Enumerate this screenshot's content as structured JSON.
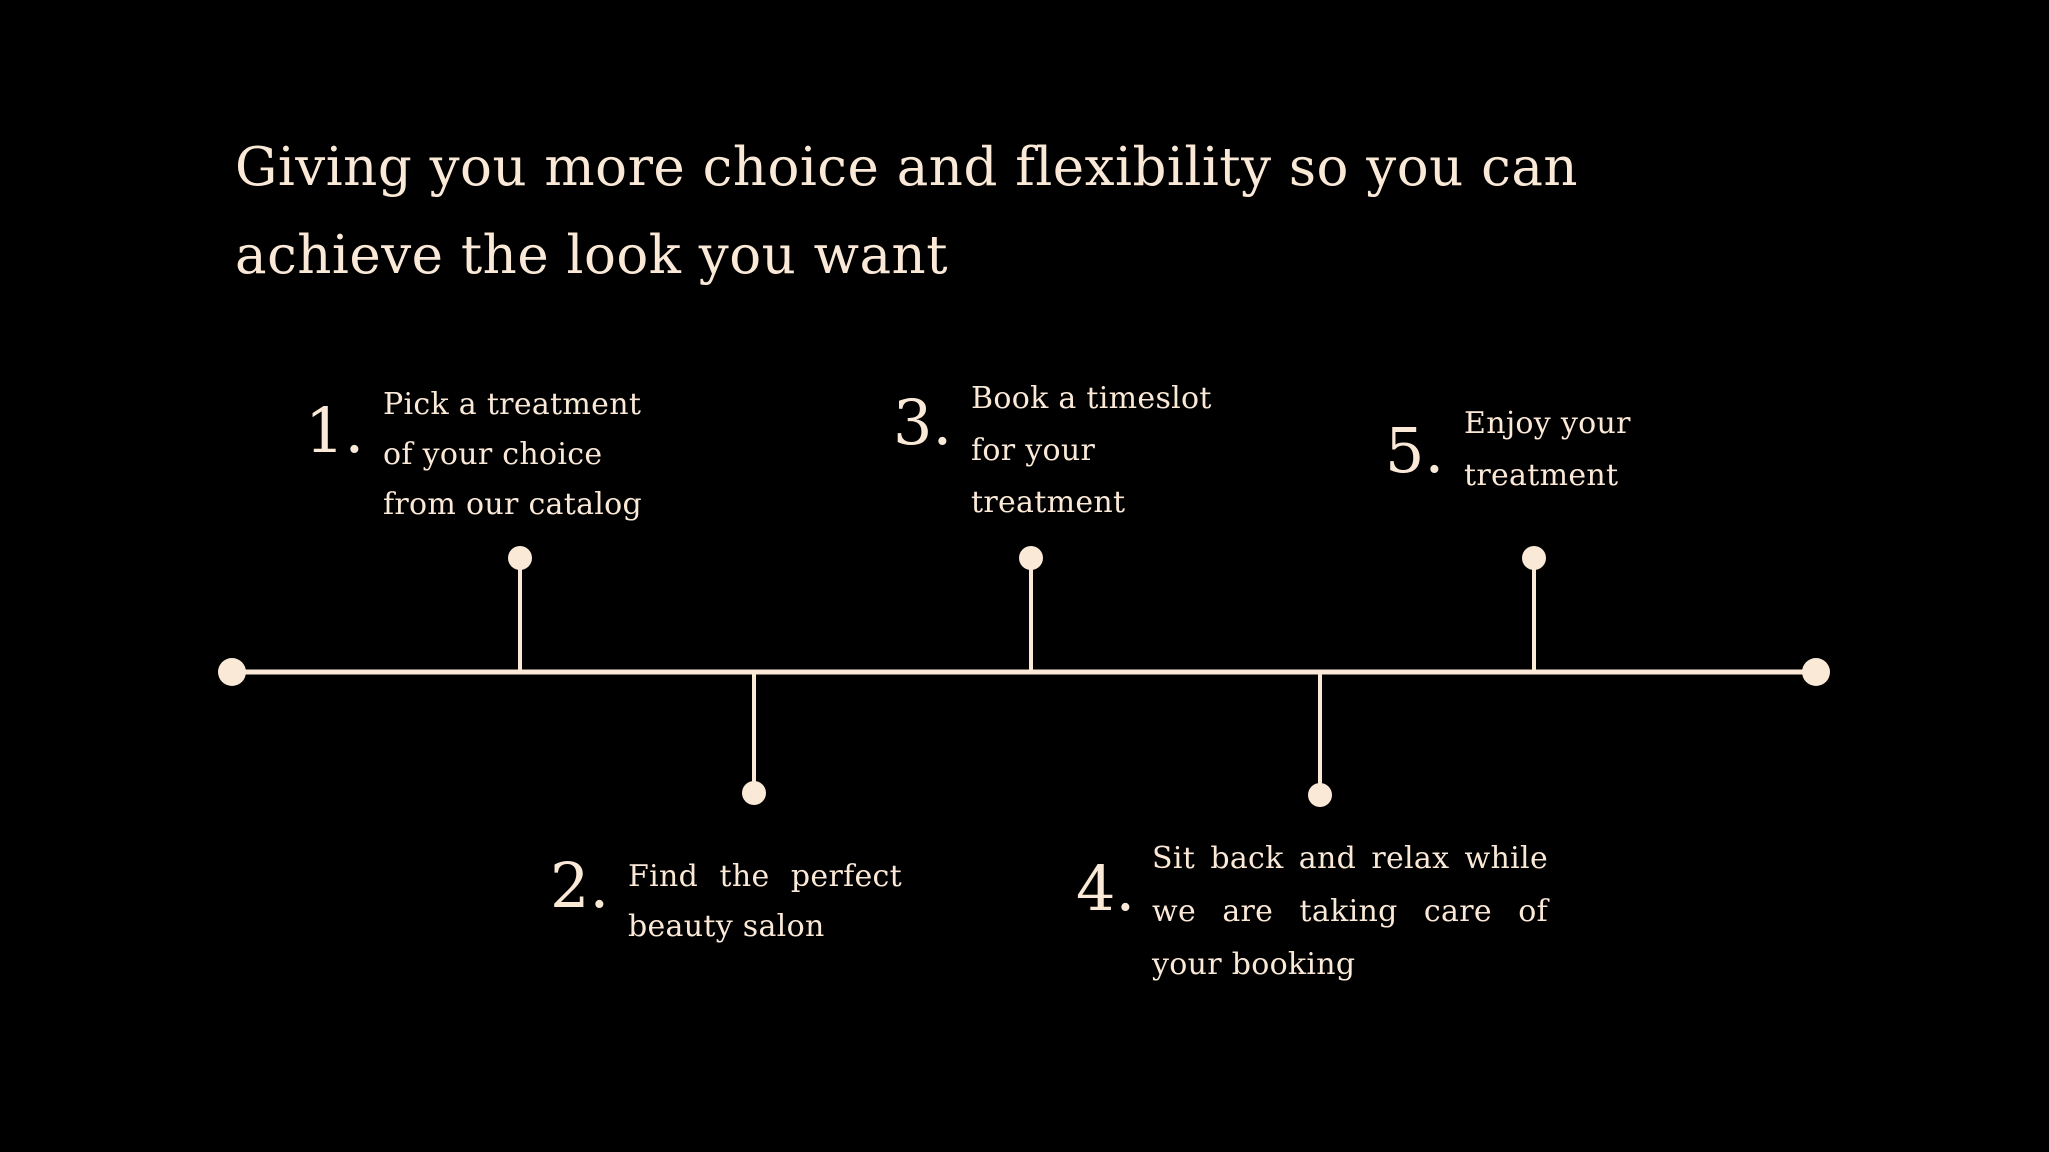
{
  "headline": "Giving you more choice and flexibility so you can achieve the look you want",
  "colors": {
    "background": "#000000",
    "accent": "#fbe9d8"
  },
  "steps": [
    {
      "number": "1.",
      "text": "Pick a treatment of your choice from our catalog"
    },
    {
      "number": "2.",
      "text": "Find the perfect beauty salon"
    },
    {
      "number": "3.",
      "text": "Book a timeslot for your treatment"
    },
    {
      "number": "4.",
      "text": "Sit back and relax while we are taking care of your booking"
    },
    {
      "number": "5.",
      "text": "Enjoy your treatment"
    }
  ]
}
